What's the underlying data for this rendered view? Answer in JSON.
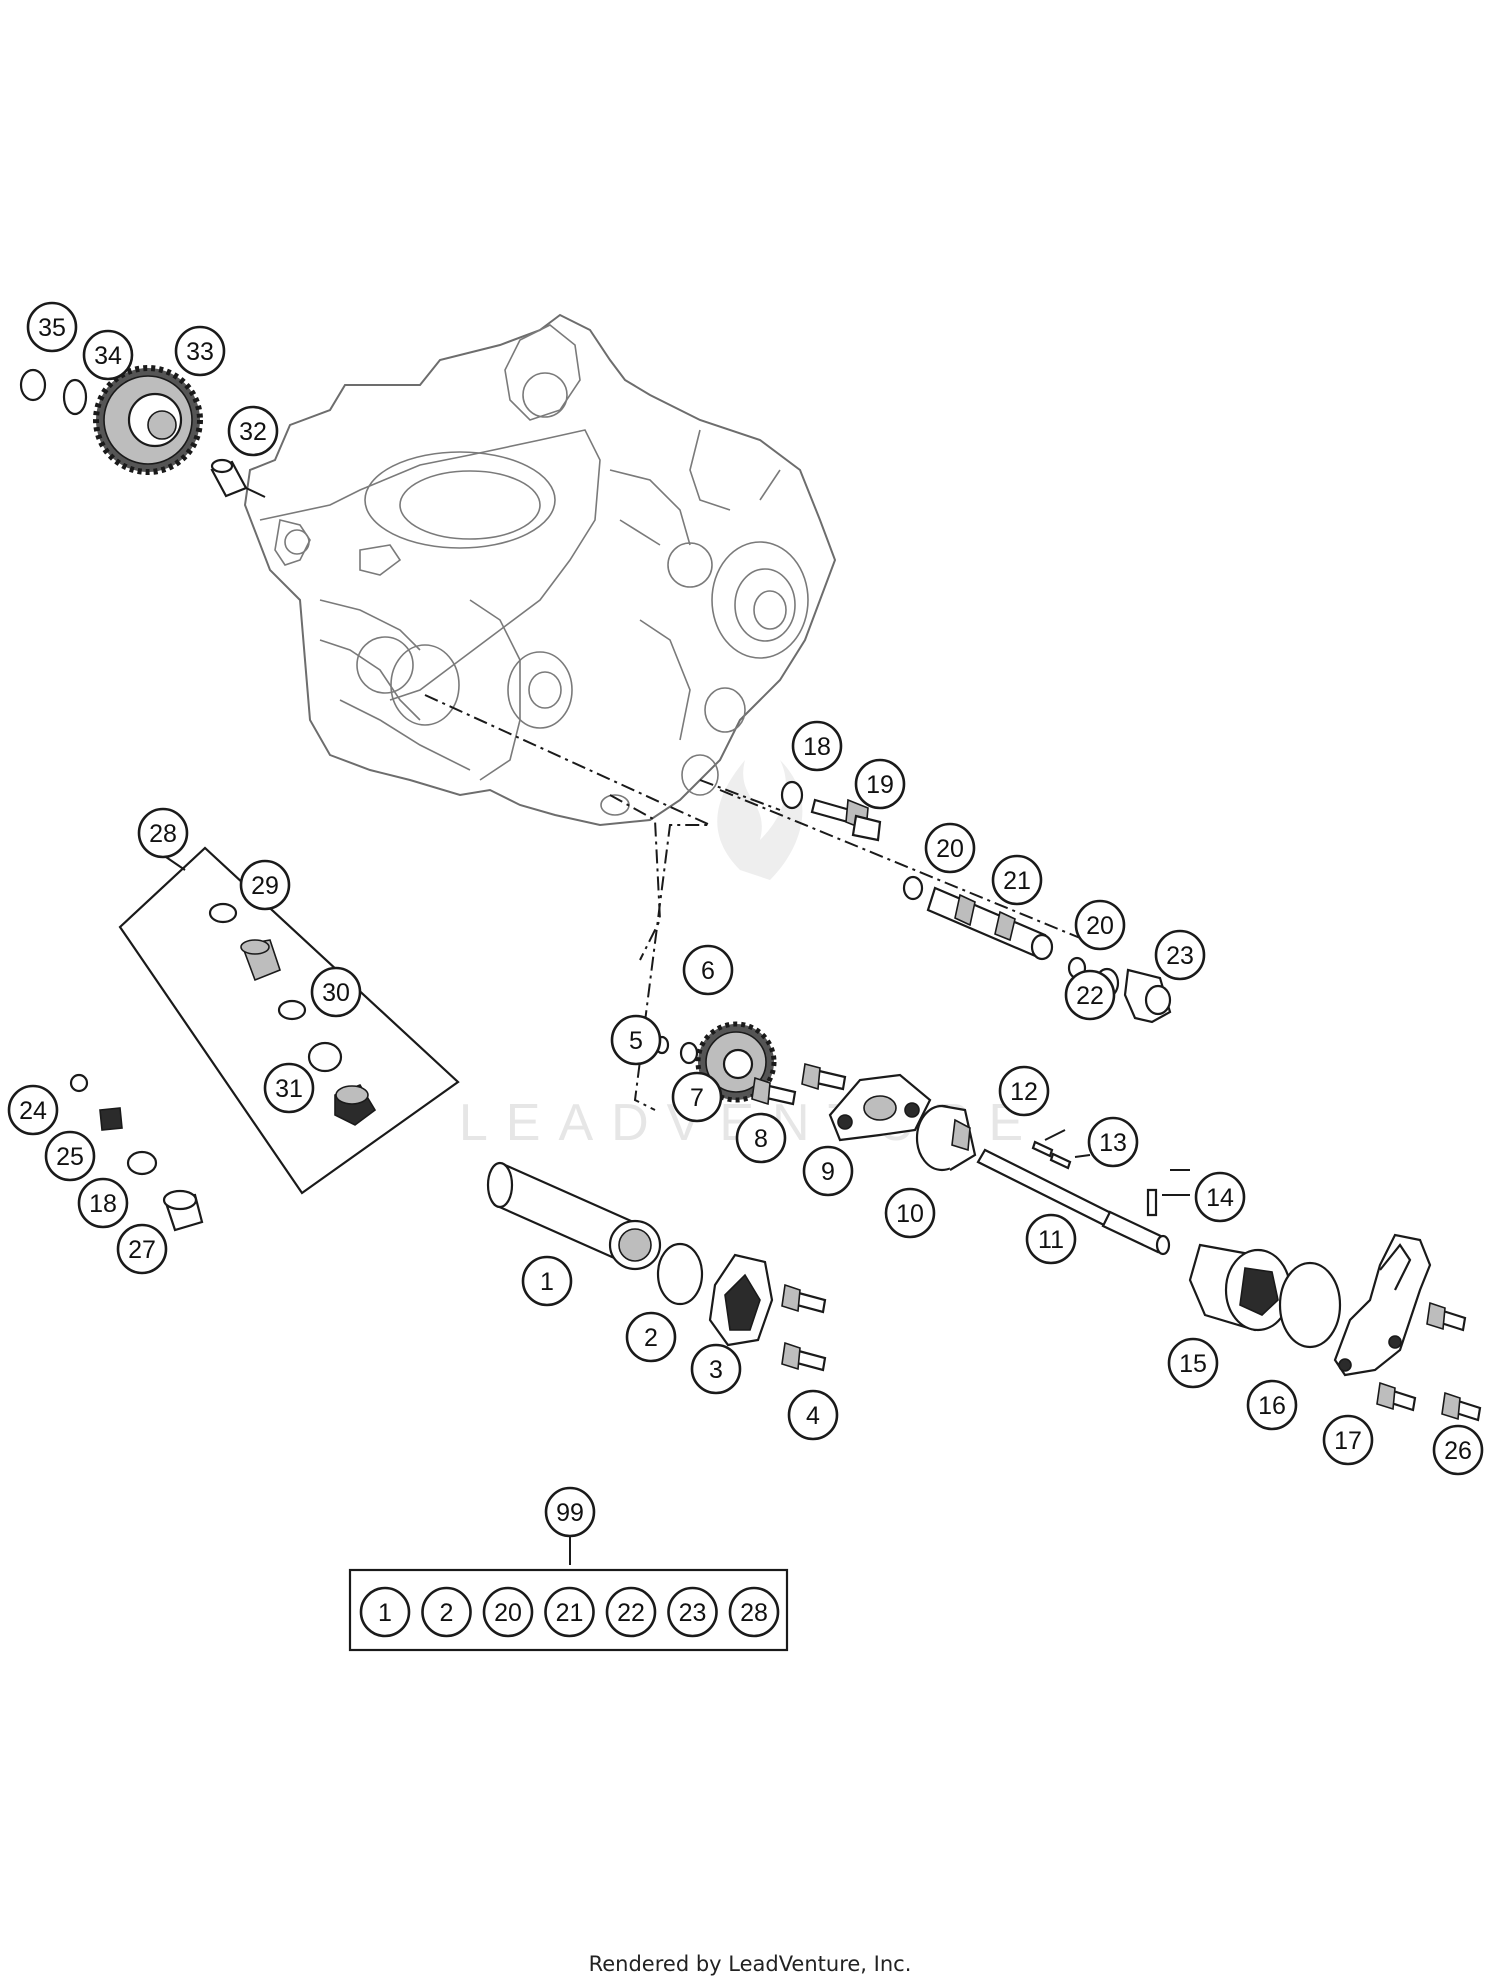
{
  "callouts": [
    {
      "label": "35"
    },
    {
      "label": "34"
    },
    {
      "label": "33"
    },
    {
      "label": "32"
    },
    {
      "label": "28"
    },
    {
      "label": "29"
    },
    {
      "label": "30"
    },
    {
      "label": "31"
    },
    {
      "label": "24"
    },
    {
      "label": "25"
    },
    {
      "label": "18"
    },
    {
      "label": "27"
    },
    {
      "label": "18"
    },
    {
      "label": "19"
    },
    {
      "label": "20"
    },
    {
      "label": "21"
    },
    {
      "label": "20"
    },
    {
      "label": "23"
    },
    {
      "label": "22"
    },
    {
      "label": "6"
    },
    {
      "label": "5"
    },
    {
      "label": "7"
    },
    {
      "label": "8"
    },
    {
      "label": "9"
    },
    {
      "label": "12"
    },
    {
      "label": "13"
    },
    {
      "label": "10"
    },
    {
      "label": "11"
    },
    {
      "label": "14"
    },
    {
      "label": "1"
    },
    {
      "label": "2"
    },
    {
      "label": "3"
    },
    {
      "label": "4"
    },
    {
      "label": "15"
    },
    {
      "label": "16"
    },
    {
      "label": "17"
    },
    {
      "label": "26"
    },
    {
      "label": "99"
    }
  ],
  "kit_99_contents": [
    "1",
    "2",
    "20",
    "21",
    "22",
    "23",
    "28"
  ],
  "watermark": "LEADVENTURE",
  "footer": "Rendered by LeadVenture, Inc."
}
